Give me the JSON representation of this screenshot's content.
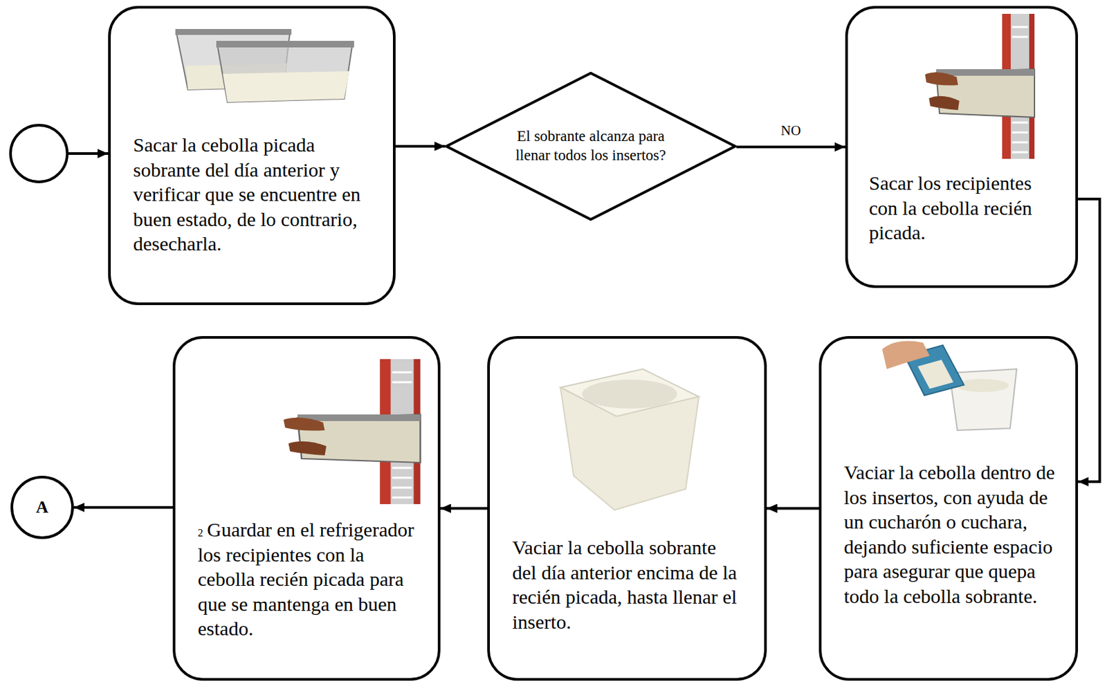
{
  "diagram": {
    "nodes": [
      {
        "text": []
      },
      {
        "text": [
          "Sacar la cebolla picada sobrante del día anterior y verificar que se encuentre en buen estado, de lo contrario, desecharla."
        ]
      },
      {
        "text": [
          "El sobrante alcanza para llenar todos los insertos?"
        ]
      },
      {
        "text": [
          "Sacar los recipientes con la cebolla recién picada."
        ]
      },
      {
        "text": [
          "Vaciar la cebolla dentro de los insertos, con ayuda de un cucharón o cuchara, dejando suficiente espacio para asegurar que quepa todo la cebolla sobrante."
        ]
      },
      {
        "text": [
          "Vaciar la cebolla sobrante del día anterior encima de la recién picada, hasta llenar el inserto."
        ]
      },
      {
        "text": [
          "2",
          "Guardar en el refrigerador los recipientes con la cebolla recién picada para que se mantenga en buen estado."
        ]
      },
      {
        "text": [
          "A"
        ]
      }
    ],
    "edges": [
      {
        "from": 0,
        "to": 1,
        "arrow": "to"
      },
      {
        "from": 1,
        "to": 2,
        "arrow": "to"
      },
      {
        "from": 2,
        "to": 3,
        "label": "NO",
        "arrow": "to"
      },
      {
        "from": 3,
        "to": 4,
        "arrow": "to"
      },
      {
        "from": 4,
        "to": 5,
        "arrow": "to"
      },
      {
        "from": 5,
        "to": 6,
        "arrow": "to"
      },
      {
        "from": 6,
        "to": 7,
        "arrow": "to"
      }
    ]
  }
}
